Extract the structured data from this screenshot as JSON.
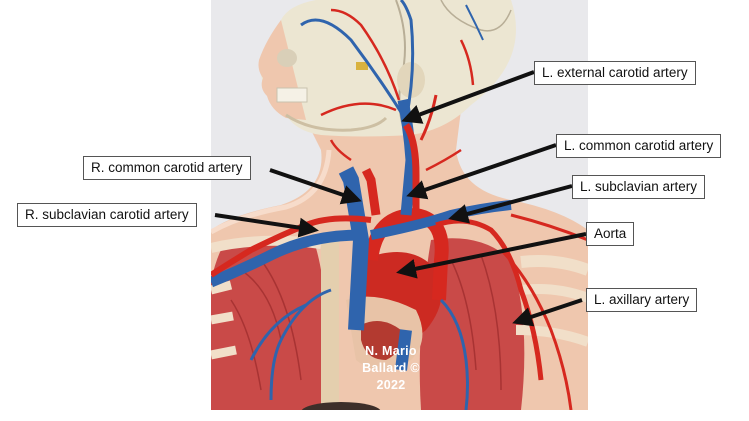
{
  "labels": {
    "l_external_carotid": "L. external carotid artery",
    "l_common_carotid": "L. common carotid artery",
    "r_common_carotid": "R. common carotid artery",
    "l_subclavian": "L. subclavian artery",
    "r_subclavian": "R. subclavian carotid artery",
    "aorta": "Aorta",
    "l_axillary": "L. axillary artery"
  },
  "watermark": {
    "line1": "N. Mario",
    "line2": "Ballard ©",
    "line3": "2022"
  },
  "colors": {
    "artery": "#d6281f",
    "vein": "#2f64ad",
    "skin": "#efc7ae",
    "skull": "#ece6d2",
    "lung": "#c94a48",
    "arrow": "#111111"
  }
}
